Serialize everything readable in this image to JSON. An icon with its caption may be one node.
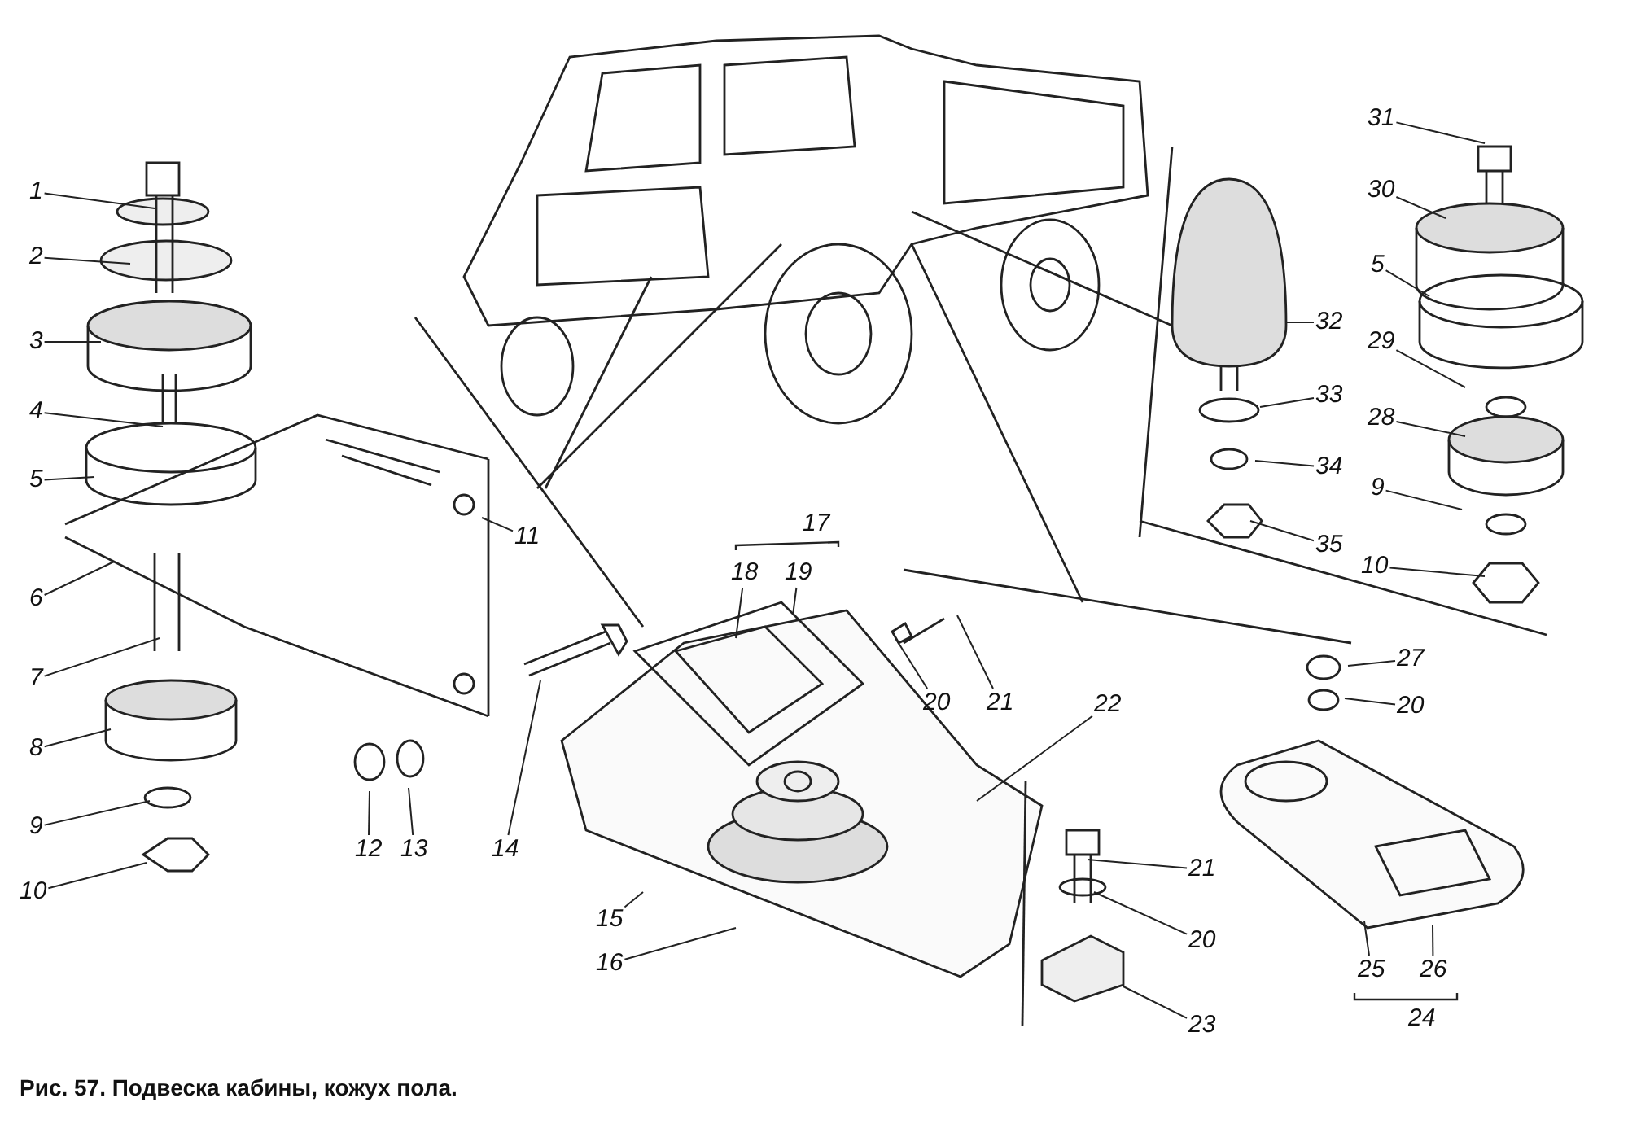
{
  "diagram": {
    "caption": "Рис. 57. Подвеска кабины, кожух пола.",
    "nodes": [
      {
        "text": [
          "1"
        ]
      },
      {
        "text": [
          "2"
        ]
      },
      {
        "text": [
          "3"
        ]
      },
      {
        "text": [
          "4"
        ]
      },
      {
        "text": [
          "5"
        ]
      },
      {
        "text": [
          "6"
        ]
      },
      {
        "text": [
          "7"
        ]
      },
      {
        "text": [
          "8"
        ]
      },
      {
        "text": [
          "9"
        ]
      },
      {
        "text": [
          "10"
        ]
      },
      {
        "text": [
          "11"
        ]
      },
      {
        "text": [
          "12"
        ]
      },
      {
        "text": [
          "13"
        ]
      },
      {
        "text": [
          "14"
        ]
      },
      {
        "text": [
          "18"
        ]
      },
      {
        "text": [
          "19"
        ]
      },
      {
        "text": [
          "20"
        ]
      },
      {
        "text": [
          "21"
        ]
      },
      {
        "text": [
          "22"
        ]
      },
      {
        "text": [
          "15"
        ]
      },
      {
        "text": [
          "16"
        ]
      },
      {
        "text": [
          "21"
        ]
      },
      {
        "text": [
          "20"
        ]
      },
      {
        "text": [
          "23"
        ]
      },
      {
        "text": [
          "32"
        ]
      },
      {
        "text": [
          "33"
        ]
      },
      {
        "text": [
          "34"
        ]
      },
      {
        "text": [
          "35"
        ]
      },
      {
        "text": [
          "31"
        ]
      },
      {
        "text": [
          "30"
        ]
      },
      {
        "text": [
          "5"
        ]
      },
      {
        "text": [
          "29"
        ]
      },
      {
        "text": [
          "28"
        ]
      },
      {
        "text": [
          "9"
        ]
      },
      {
        "text": [
          "10"
        ]
      },
      {
        "text": [
          "27"
        ]
      },
      {
        "text": [
          "20"
        ]
      },
      {
        "text": [
          "25"
        ]
      },
      {
        "text": [
          "26"
        ]
      }
    ],
    "edges": [
      {
        "from": 0,
        "to": null,
        "arrow": "none"
      },
      {
        "from": 1,
        "to": null,
        "arrow": "none"
      },
      {
        "from": 2,
        "to": null,
        "arrow": "none"
      },
      {
        "from": 3,
        "to": null,
        "arrow": "none"
      },
      {
        "from": 4,
        "to": null,
        "arrow": "none"
      },
      {
        "from": 5,
        "to": null,
        "arrow": "none"
      },
      {
        "from": 6,
        "to": null,
        "arrow": "none"
      },
      {
        "from": 7,
        "to": null,
        "arrow": "none"
      },
      {
        "from": 8,
        "to": null,
        "arrow": "none"
      },
      {
        "from": 9,
        "to": null,
        "arrow": "none"
      },
      {
        "from": 10,
        "to": null,
        "arrow": "none"
      },
      {
        "from": 11,
        "to": null,
        "arrow": "none"
      },
      {
        "from": 12,
        "to": null,
        "arrow": "none"
      },
      {
        "from": 13,
        "to": null,
        "arrow": "none"
      },
      {
        "from": 14,
        "to": null,
        "arrow": "none"
      },
      {
        "from": 15,
        "to": null,
        "arrow": "none"
      },
      {
        "from": 16,
        "to": null,
        "arrow": "none"
      },
      {
        "from": 17,
        "to": null,
        "arrow": "none"
      },
      {
        "from": 18,
        "to": null,
        "arrow": "none"
      },
      {
        "from": 19,
        "to": null,
        "arrow": "none"
      },
      {
        "from": 20,
        "to": null,
        "arrow": "none"
      },
      {
        "from": 21,
        "to": null,
        "arrow": "none"
      },
      {
        "from": 22,
        "to": null,
        "arrow": "none"
      },
      {
        "from": 23,
        "to": null,
        "arrow": "none"
      },
      {
        "from": 24,
        "to": null,
        "arrow": "none"
      },
      {
        "from": 25,
        "to": null,
        "arrow": "none"
      },
      {
        "from": 26,
        "to": null,
        "arrow": "none"
      },
      {
        "from": 27,
        "to": null,
        "arrow": "none"
      },
      {
        "from": 28,
        "to": null,
        "arrow": "none"
      },
      {
        "from": 29,
        "to": null,
        "arrow": "none"
      },
      {
        "from": 30,
        "to": null,
        "arrow": "none"
      },
      {
        "from": 31,
        "to": null,
        "arrow": "none"
      },
      {
        "from": 32,
        "to": null,
        "arrow": "none"
      },
      {
        "from": 33,
        "to": null,
        "arrow": "none"
      },
      {
        "from": 34,
        "to": null,
        "arrow": "none"
      },
      {
        "from": 35,
        "to": null,
        "arrow": "none"
      },
      {
        "from": 36,
        "to": null,
        "arrow": "none"
      },
      {
        "from": 37,
        "to": null,
        "arrow": "none"
      },
      {
        "from": 38,
        "to": null,
        "arrow": "none"
      }
    ],
    "labels": [
      "17",
      "24"
    ]
  }
}
